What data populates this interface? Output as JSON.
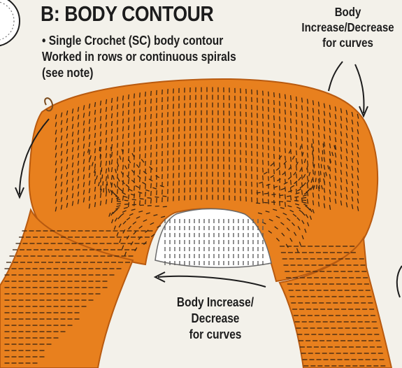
{
  "section": {
    "title": "B: BODY CONTOUR"
  },
  "note": {
    "lines": [
      "• Single Crochet (SC) body contour",
      "Worked in rows or continuous spirals",
      "(see note)"
    ]
  },
  "callouts": {
    "top_right": [
      "Body",
      "Increase/Decrease",
      "for curves"
    ],
    "bottom_center": [
      "Body Increase/",
      "Decrease",
      "for curves"
    ]
  },
  "colors": {
    "background": "#f3f1ea",
    "fabric": "#e8801e",
    "fabric_dark": "#b85a10",
    "stitch": "#3a2412",
    "gap_fill": "#ffffff",
    "text": "#1c1c1c"
  }
}
